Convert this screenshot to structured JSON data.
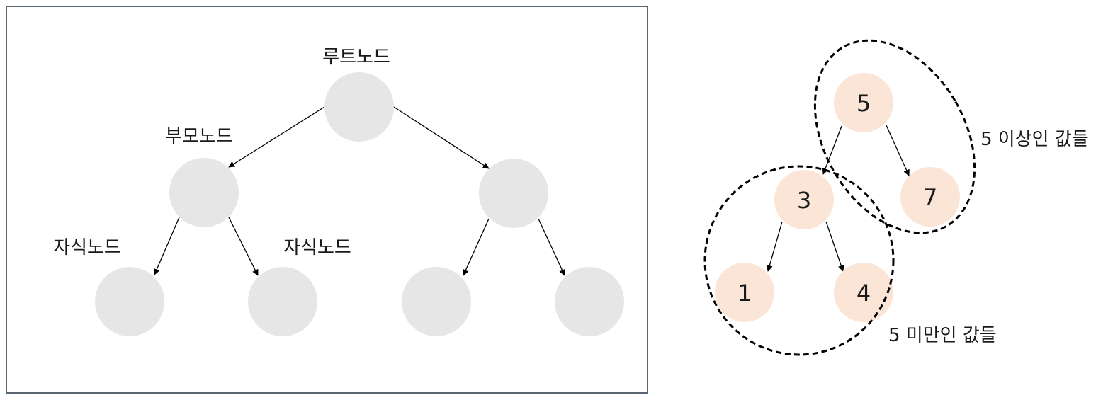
{
  "left_diagram": {
    "root_label": "루트노드",
    "parent_label": "부모노드",
    "child_label_left": "자식노드",
    "child_label_right": "자식노드",
    "frame_color": "#5a6772",
    "node_color": "#e6e6e6"
  },
  "right_diagram": {
    "nodes": {
      "root": "5",
      "left": "3",
      "right": "7",
      "left_left": "1",
      "left_right": "4"
    },
    "label_upper": "5 이상인 값들",
    "label_lower": "5 미만인 값들",
    "node_color": "#fbe5d6"
  }
}
